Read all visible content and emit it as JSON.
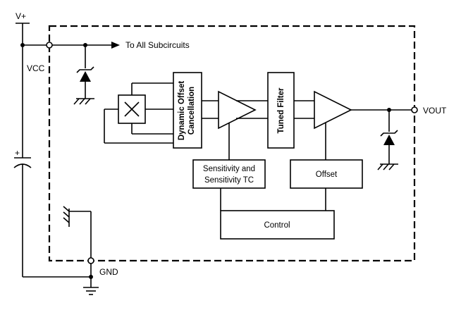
{
  "labels": {
    "vplus": "V+",
    "vcc": "VCC",
    "gnd": "GND",
    "vout": "VOUT",
    "to_all": "To All Subcircuits",
    "plus_sign": "+"
  },
  "blocks": {
    "dynamic_offset_line1": "Dynamic Offset",
    "dynamic_offset_line2": "Cancellation",
    "tuned_filter": "Tuned Filter",
    "sensitivity_line1": "Sensitivity and",
    "sensitivity_line2": "Sensitivity TC",
    "offset": "Offset",
    "control": "Control"
  },
  "icons": {
    "hall_element": "hall-sensor-icon",
    "amplifier": "amplifier-triangle-icon",
    "zener": "zener-diode-icon",
    "capacitor": "capacitor-icon",
    "ground": "ground-icon",
    "arrow": "arrow-right-icon"
  }
}
